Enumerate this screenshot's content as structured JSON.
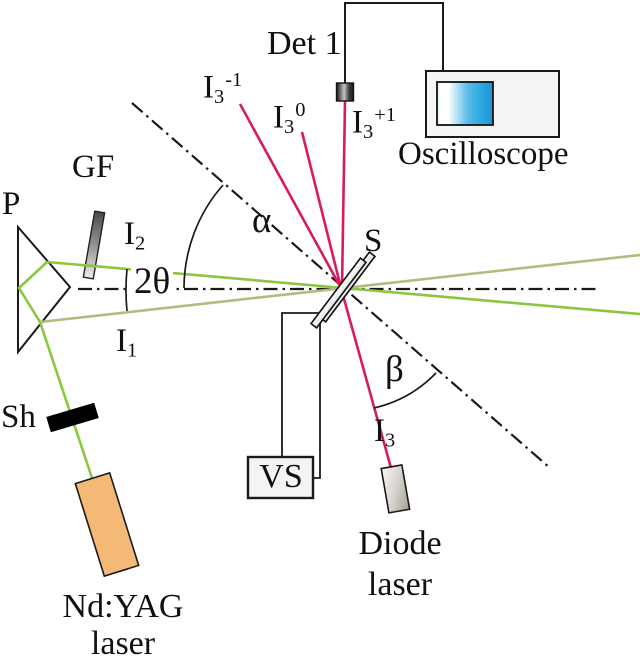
{
  "figure": {
    "labels": {
      "prism": "P",
      "filter": "GF",
      "shutter": "Sh",
      "sample": "S",
      "detector": "Det 1",
      "oscilloscope": "Oscilloscope",
      "voltage_source": "VS",
      "angle_2theta": "2θ",
      "angle_alpha": "α",
      "angle_beta": "β",
      "ndyag_line1": "Nd:YAG",
      "ndyag_line2": "laser",
      "diode_line1": "Diode",
      "diode_line2": "laser"
    },
    "beams": {
      "i1": {
        "base": "I",
        "sub": "1"
      },
      "i2": {
        "base": "I",
        "sub": "2"
      },
      "i3": {
        "base": "I",
        "sub": "3"
      },
      "i3_minus1": {
        "base": "I",
        "sub": "3",
        "sup": "-1"
      },
      "i3_zero": {
        "base": "I",
        "sub": "3",
        "sup": "0"
      },
      "i3_plus1": {
        "base": "I",
        "sub": "3",
        "sup": "+1"
      }
    },
    "colors": {
      "beam_green": "#8CC63F",
      "beam_olive": "#AEBE7E",
      "beam_magenta": "#D81B60",
      "laser_body_orange": "#F4B877",
      "screen_blue": "#29A8E0",
      "outline_black": "#1A1A1A"
    }
  }
}
